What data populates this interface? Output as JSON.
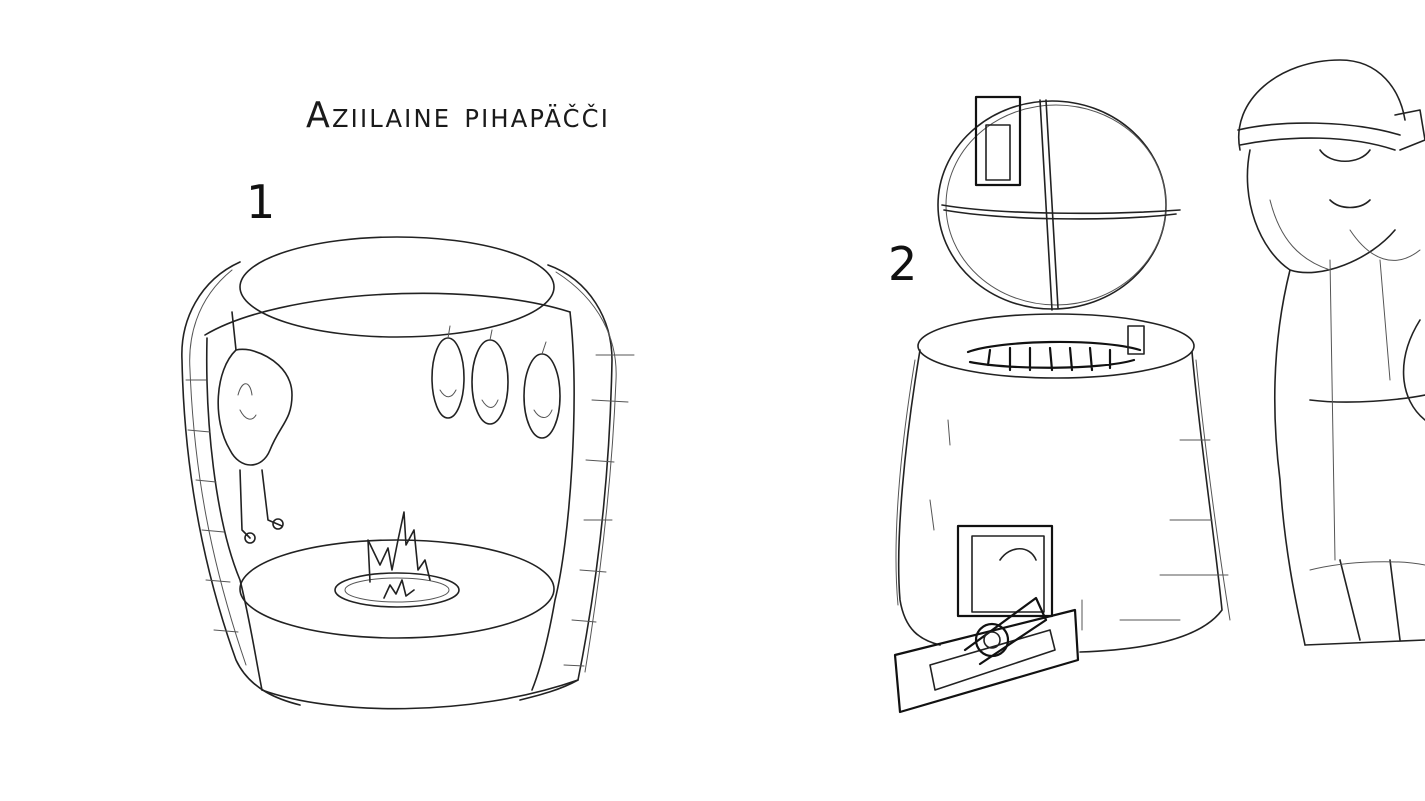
{
  "title": "Aziilaine pihapäčči",
  "labels": {
    "first": "1",
    "second": "2"
  },
  "colors": {
    "ink": "#222222",
    "paper": "#ffffff"
  }
}
